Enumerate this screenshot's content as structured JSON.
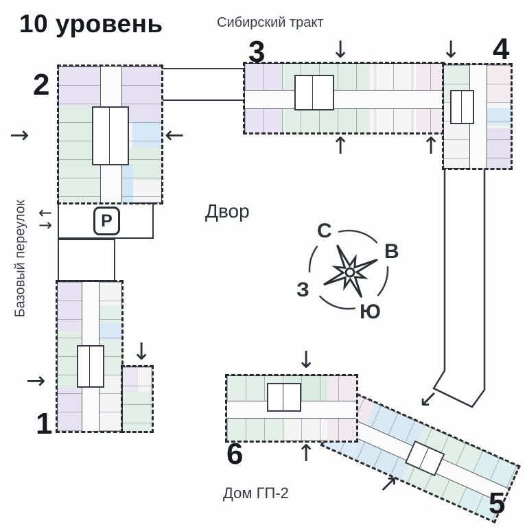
{
  "title": "10 уровень",
  "streets": {
    "top": "Сибирский тракт",
    "left": "Базовый переулок"
  },
  "areas": {
    "courtyard": "Двор",
    "house": "Дом ГП-2"
  },
  "parking": {
    "symbol": "Р"
  },
  "compass": {
    "north": "С",
    "east": "В",
    "south": "Ю",
    "west": "З"
  },
  "buildings": [
    {
      "number": "1"
    },
    {
      "number": "2"
    },
    {
      "number": "3"
    },
    {
      "number": "4"
    },
    {
      "number": "5"
    },
    {
      "number": "6"
    }
  ],
  "arrows": {
    "down": "↓",
    "up": "↑",
    "left": "←",
    "right": "→",
    "up_right": "↗",
    "down_left": "↙"
  },
  "colors": {
    "ink": "#17181d",
    "wall": "#33363d",
    "unit_green": "#e2eee7",
    "unit_blue": "#d8e8f6",
    "unit_purple": "#e7e2f2",
    "unit_pink": "#f2e9ee",
    "unit_white": "#f5f5f6"
  }
}
